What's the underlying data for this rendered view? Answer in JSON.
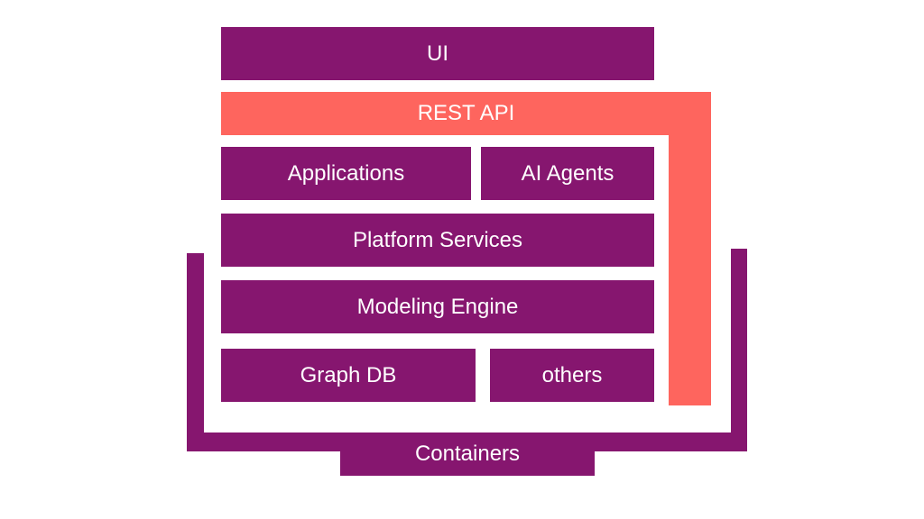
{
  "colors": {
    "layer": "#86166f",
    "api": "#fe655e",
    "container": "#86166f",
    "text": "#ffffff",
    "background": "#ffffff"
  },
  "layers": {
    "ui": "UI",
    "rest_api": "REST API",
    "applications": "Applications",
    "ai_agents": "AI Agents",
    "platform_services": "Platform Services",
    "modeling_engine": "Modeling Engine",
    "graph_db": "Graph DB",
    "others": "others",
    "containers": "Containers"
  }
}
